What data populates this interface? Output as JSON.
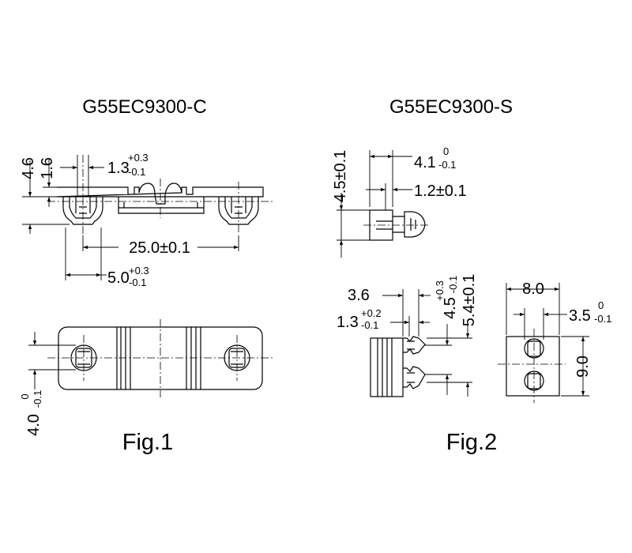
{
  "titles": {
    "left": "G55EC9300-C",
    "right": "G55EC9300-S"
  },
  "figures": {
    "fig1": "Fig.1",
    "fig2": "Fig.2"
  },
  "fig1_dims": {
    "height_total": "4.6",
    "height_flange": "1.6",
    "slot_width": {
      "nominal": "1.3",
      "upper": "+0.3",
      "lower": "-0.1"
    },
    "pitch": "25.0±0.1",
    "edge_offset": {
      "nominal": "5.0",
      "upper": "+0.3",
      "lower": "-0.1"
    },
    "slot_height": {
      "nominal": "4.0",
      "upper": "0",
      "lower": "-0.1"
    }
  },
  "fig2_dims": {
    "height": "4.5±0.1",
    "head_width": {
      "nominal": "4.1",
      "upper": "0",
      "lower": "-0.1"
    },
    "flange_width": "1.2±0.1",
    "base_width": "3.6",
    "slot_width": {
      "nominal": "1.3",
      "upper": "+0.2",
      "lower": "-0.1"
    },
    "slot_pitch": {
      "nominal": "4.5",
      "upper": "+0.3",
      "lower": "-0.1"
    },
    "body_height": "5.4±0.1",
    "body_width": "8.0",
    "hole_dia": {
      "nominal": "3.5",
      "upper": "0",
      "lower": "-0.1"
    },
    "body_length": "9.0"
  }
}
